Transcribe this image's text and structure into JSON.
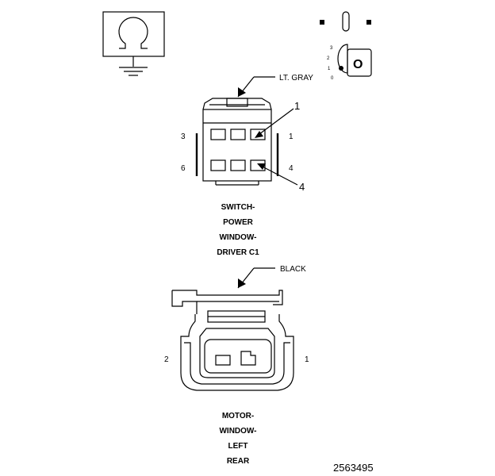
{
  "connector1": {
    "color_label": "LT. GRAY",
    "callout_top": "1",
    "callout_bottom": "4",
    "pin_left_top": "3",
    "pin_left_bottom": "6",
    "pin_right_top": "1",
    "pin_right_bottom": "4",
    "title_lines": [
      "SWITCH-",
      "POWER",
      "WINDOW-",
      "DRIVER C1"
    ]
  },
  "connector2": {
    "color_label": "BLACK",
    "pin_left": "2",
    "pin_right": "1",
    "title_lines": [
      "MOTOR-",
      "WINDOW-",
      "LEFT",
      "REAR"
    ]
  },
  "key_switch": {
    "positions": [
      "3",
      "2",
      "1",
      "0"
    ],
    "key_letter": "O"
  },
  "figure_number": "2563495",
  "icons": {
    "meter": "ohmmeter-ground-icon",
    "key": "ignition-key-icon"
  }
}
